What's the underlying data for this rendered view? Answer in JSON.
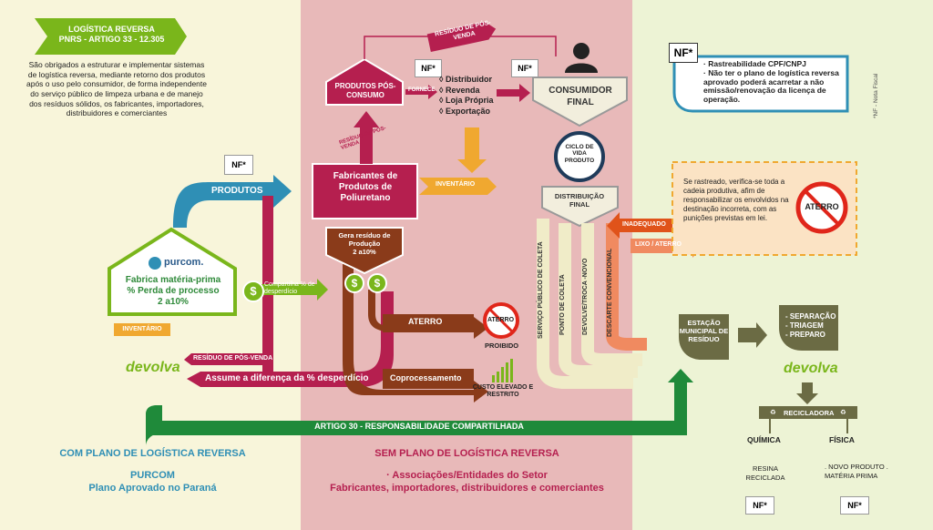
{
  "colors": {
    "green": "#7ab61b",
    "dark_green": "#1f8a3a",
    "crimson": "#b51f4f",
    "orange": "#f0a830",
    "brown": "#8a3b1a",
    "teal": "#2f8fb5",
    "olive": "#6b6b44",
    "red": "#e0261a",
    "left_bg": "#f8f5da",
    "mid_bg": "#e8b9b9",
    "right_bg": "#edf3d5"
  },
  "banner": {
    "line1": "LOGÍSTICA REVERSA",
    "line2": "PNRS - ARTIGO 33 -  12.305"
  },
  "intro_text": "São obrigados a estruturar e implementar sistemas de logística reversa, mediante retorno dos produtos após o uso pelo consumidor, de forma independente do serviço público de limpeza urbana e de manejo dos resíduos sólidos, os fabricantes, importadores, distribuidores e comerciantes",
  "nf": "NF*",
  "left": {
    "produtos": "PRODUTOS",
    "purcom_logo": "purcom.",
    "factory_l1": "Fabrica matéria-prima",
    "factory_l2": "% Perda de processo",
    "factory_l3": "2 a10%",
    "compartilha": "Compartilha % de desperdício",
    "inventario": "INVENTÁRIO",
    "residuo_pos_venda": "RESÍDUO DE PÓS-VENDA",
    "assume": "Assume a diferença da % desperdício",
    "devolva": "devolva",
    "dollar": "$"
  },
  "middle": {
    "residuo_pos_venda_top": "RESÍDUO DE PÓS-VENDA",
    "produtos_pos_consumo": "PRODUTOS PÓS-CONSUMO",
    "fornece": "FORNECE",
    "distrib_list": [
      "Distribuidor",
      "Revenda",
      "Loja Própria",
      "Exportação"
    ],
    "residuo_diag": "RESÍDUO DE PÓS-VENDA",
    "fabricantes_l1": "Fabricantes de",
    "fabricantes_l2": "Produtos de",
    "fabricantes_l3": "Poliuretano",
    "inventario": "INVENTÁRIO",
    "gera_l1": "Gera resíduo de",
    "gera_l2": "Produção",
    "gera_l3": "2 a10%",
    "aterro": "ATERRO",
    "aterro_sign": "ATERRO",
    "proibido": "PROIBIDO",
    "coprocessamento": "Coprocessamento",
    "custo": "CUSTO ELEVADO E RESTRITO"
  },
  "consumer": {
    "label_l1": "CONSUMIDOR",
    "label_l2": "FINAL",
    "ciclo": "CICLO DE VIDA PRODUTO",
    "distribuicao_l1": "DISTRIBUIÇÃO",
    "distribuicao_l2": "FINAL",
    "channels": [
      "SERVIÇO PÚBLICO DE COLETA",
      "PONTO DE COLETA",
      "DEVOLVE/TROCA -NOVO",
      "DESCARTE CONVENCIONAL"
    ],
    "inadequado": "INADEQUADO",
    "lixo": "LIXO / ATERRO"
  },
  "right": {
    "nf_items": [
      "· Rastreabilidade CPF/CNPJ",
      "· Não ter o plano de logística reversa aprovado  poderá acarretar a não emissão/renovação da licença de operação."
    ],
    "nf_note": "*NF - Nota Fiscal",
    "rastreado": "Se rastreado, verifica-se toda a cadeia produtiva, afim de responsabilizar os envolvidos na destinação incorreta, com as punições previstas em lei.",
    "aterro_sign": "ATERRO",
    "estacao": "ESTAÇÃO MUNICIPAL DE RESÍDUO",
    "separacao": [
      "- SEPARAÇÃO",
      "- TRIAGEM",
      "- PREPARO"
    ],
    "devolva": "devolva",
    "recicladora": "RECICLADORA",
    "quimica": "QUÍMICA",
    "fisica": "FÍSICA",
    "quimica_out": "RESINA RECICLADA",
    "fisica_out": ". NOVO PRODUTO . MATÉRIA PRIMA"
  },
  "artigo30": "ARTIGO 30 - RESPONSABILIDADE COMPARTILHADA",
  "footer": {
    "left_title": "COM PLANO DE LOGÍSTICA REVERSA",
    "left_sub1": "PURCOM",
    "left_sub2": "Plano Aprovado no Paraná",
    "mid_title": "SEM PLANO DE LOGÍSTICA REVERSA",
    "mid_sub1": "· Associações/Entidades do Setor",
    "mid_sub2": "Fabricantes, importadores, distribuidores e comerciantes"
  }
}
